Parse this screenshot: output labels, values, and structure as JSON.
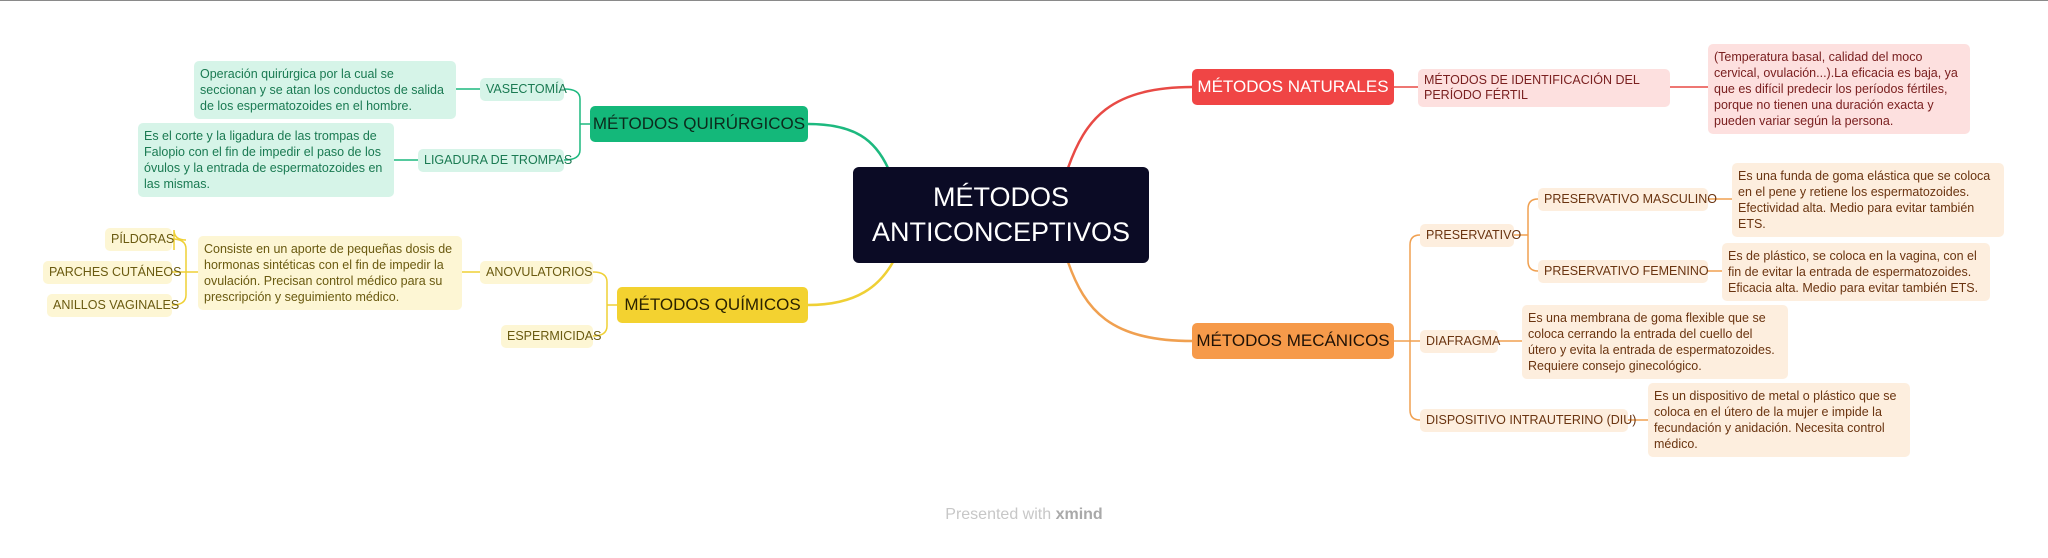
{
  "title": "MÉTODOS ANTICONCEPTIVOS",
  "colors": {
    "center": "#0b0b25",
    "natural": "#f04545",
    "mechanical": "#f69a4a",
    "surgical": "#14b87a",
    "chemical": "#f3d230"
  },
  "natural": {
    "label": "MÉTODOS NATURALES",
    "child": "MÉTODOS DE IDENTIFICACIÓN DEL PERÍODO FÉRTIL",
    "desc": "(Temperatura basal, calidad del moco cervical, ovulación...).La eficacia es baja, ya que es difícil predecir los períodos fértiles, porque no tienen una duración exacta y pueden variar según la persona."
  },
  "mechanical": {
    "label": "MÉTODOS MECÁNICOS",
    "preservativo": "PRESERVATIVO",
    "masculino": "PRESERVATIVO MASCULINO",
    "masculino_desc": "Es una funda de goma elástica que se coloca en el pene y retiene los espermatozoides. Efectividad alta. Medio para evitar también ETS.",
    "femenino": "PRESERVATIVO FEMENINO",
    "femenino_desc": "Es de plástico, se coloca en la vagina, con el fin de evitar la entrada de espermatozoides. Eficacia alta. Medio para evitar también ETS.",
    "diafragma": "DIAFRAGMA",
    "diafragma_desc": "Es una membrana de goma flexible que se coloca cerrando la entrada del cuello del útero y evita la entrada de espermatozoides. Requiere consejo ginecológico.",
    "diu": "DISPOSITIVO INTRAUTERINO (DIU)",
    "diu_desc": "Es un dispositivo de metal o plástico que se coloca en el útero de la mujer e impide la fecundación y anidación. Necesita control médico."
  },
  "surgical": {
    "label": "MÉTODOS QUIRÚRGICOS",
    "vasectomia": "VASECTOMÍA",
    "vasectomia_desc": "Operación quirúrgica por la cual se seccionan y se atan los conductos de salida de los espermatozoides en el hombre.",
    "ligadura": "LIGADURA DE TROMPAS",
    "ligadura_desc": "Es el corte y la ligadura de las trompas de Falopio con el fin de impedir el paso de los óvulos y la entrada de espermatozoides en las mismas."
  },
  "chemical": {
    "label": "MÉTODOS QUÍMICOS",
    "anovulatorios": "ANOVULATORIOS",
    "anovulatorios_desc": "Consiste en un aporte de pequeñas dosis de hormonas sintéticas con el fin de impedir la ovulación. Precisan control médico para su prescripción y seguimiento médico.",
    "pildoras": "PÍLDORAS",
    "parches": "PARCHES CUTÁNEOS",
    "anillos": "ANILLOS VAGINALES",
    "espermicidas": "ESPERMICIDAS"
  },
  "footer": {
    "prefix": "Presented with",
    "brand": "xmind"
  }
}
